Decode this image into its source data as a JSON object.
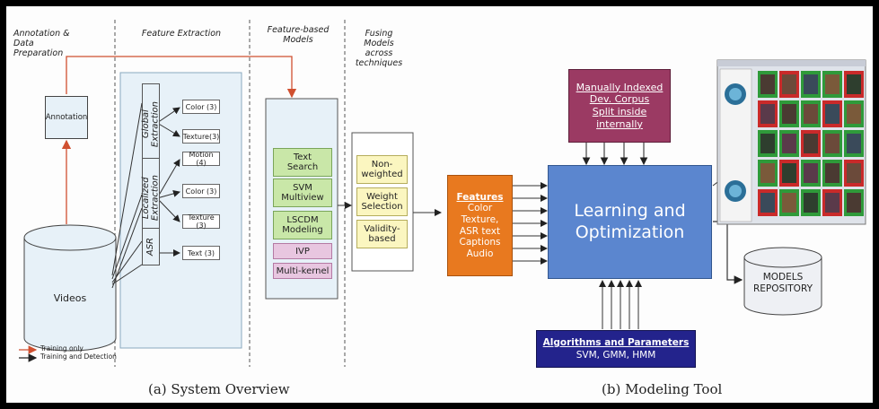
{
  "overview": {
    "headers": {
      "annotation_prep": "Annotation &\nData\nPreparation",
      "feature_extraction": "Feature Extraction",
      "feature_models": "Feature-based\nModels",
      "fusing": "Fusing\nModels\nacross\ntechniques"
    },
    "annotation_box": "Annotation",
    "videos": "Videos",
    "extraction_groups": [
      {
        "label": "Global\nExtraction",
        "features": [
          "Color (3)",
          "Texture(3)"
        ]
      },
      {
        "label": "Localized\nExtraction",
        "features": [
          "Motion (4)",
          "Color (3)",
          "Texture (3)"
        ]
      },
      {
        "label": "ASR",
        "features": [
          "Text (3)"
        ]
      }
    ],
    "models": [
      "Text\nSearch",
      "SVM\nMultiview",
      "LSCDM\nModeling",
      "IVP",
      "Multi-kernel"
    ],
    "fusion": [
      "Non-\nweighted",
      "Weight\nSelection",
      "Validity-\nbased"
    ],
    "legend": [
      "Training only",
      "Training and Detection"
    ],
    "caption": "(a)  System Overview"
  },
  "modeling": {
    "corpus": {
      "line1": "Manually Indexed",
      "line2": "Dev. Corpus",
      "line3": "Split inside internally"
    },
    "features_title": "Features",
    "features": [
      "Color",
      "Texture,",
      "ASR text",
      "Captions",
      "Audio"
    ],
    "core": "Learning and\nOptimization",
    "algorithms_title": "Algorithms and Parameters",
    "algorithms": "SVM, GMM, HMM",
    "repository": "MODELS\nREPOSITORY",
    "caption": "(b)  Modeling Tool"
  },
  "colors": {
    "training_only": "#d05030",
    "training_detection": "#222222",
    "corpus_bg": "#9b3a63",
    "features_bg": "#e8791f",
    "core_bg": "#5b86cf",
    "algorithms_bg": "#23238c",
    "green": "#c9e7a8",
    "pink": "#e8c6e0",
    "yellow": "#fbf6c0",
    "panel": "#e7f1f8"
  }
}
